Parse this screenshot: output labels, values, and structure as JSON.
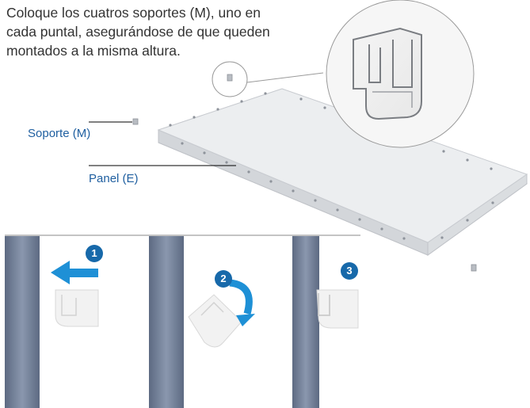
{
  "instruction": {
    "line1": "Coloque los cuatros soportes (M), uno en",
    "line2": "cada puntal, asegurándose de que queden",
    "line3": "montados a la misma altura."
  },
  "labels": {
    "soporte": "Soporte (M)",
    "panel": "Panel (E)"
  },
  "steps": [
    "1",
    "2",
    "3"
  ],
  "colors": {
    "label_blue": "#1f5fa0",
    "step_blue": "#1769aa",
    "arrow_blue": "#1e90d6",
    "upright": "#6f7d96",
    "panel": "#e4e6e9",
    "text": "#333333"
  }
}
